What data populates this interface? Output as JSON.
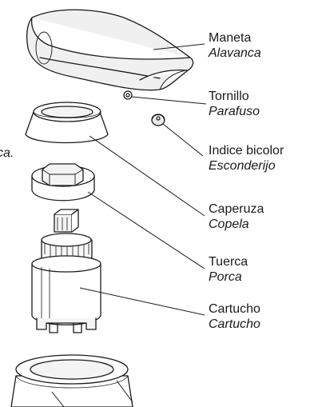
{
  "parts": [
    {
      "name": "Maneta",
      "name_alt": "Alavanca"
    },
    {
      "name": "Tornillo",
      "name_alt": "Parafuso"
    },
    {
      "name": "Indice bicolor",
      "name_alt": "Esconderijo"
    },
    {
      "name": "Caperuza",
      "name_alt": "Copela"
    },
    {
      "name": "Tuerca",
      "name_alt": "Porca"
    },
    {
      "name": "Cartucho",
      "name_alt": "Cartucho"
    }
  ],
  "fragment_text": "ca.",
  "colors": {
    "line": "#1a1a1a",
    "fill": "#ffffff",
    "shade": "#e9e9e9"
  }
}
